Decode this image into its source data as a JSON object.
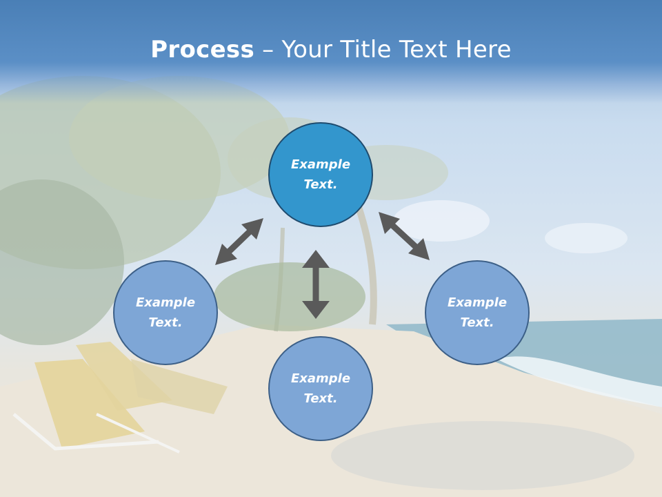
{
  "slide": {
    "title_bold": "Process",
    "title_rest": " – Your Title Text Here"
  },
  "diagram": {
    "nodes": [
      {
        "label": "Example Text."
      },
      {
        "label": "Example Text."
      },
      {
        "label": "Example Text."
      },
      {
        "label": "Example Text."
      }
    ],
    "colors": {
      "top_node": "#3396cd",
      "other_nodes": "#7ea6d6",
      "arrows": "#5a5a5a",
      "title_band": "#4a7fb6"
    }
  }
}
